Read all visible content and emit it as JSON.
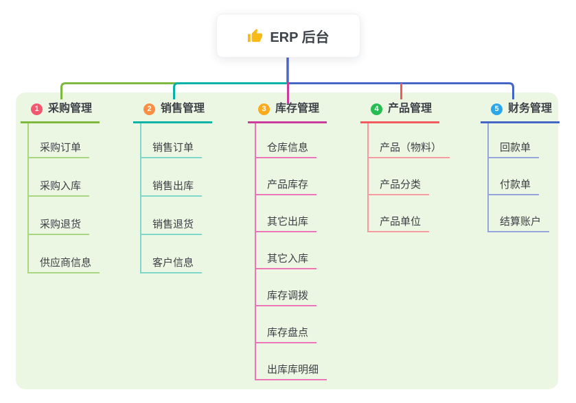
{
  "root": {
    "label": "ERP 后台",
    "icon": "thumbs-up",
    "connector_color": "#5165c4"
  },
  "panel": {
    "background": "#ebf7e3"
  },
  "branches": [
    {
      "number": "1",
      "title": "采购管理",
      "badge_color": "#f3586f",
      "line_color": "#7cb93e",
      "child_line_color": "#a9d780",
      "children": [
        "采购订单",
        "采购入库",
        "采购退货",
        "供应商信息"
      ]
    },
    {
      "number": "2",
      "title": "销售管理",
      "badge_color": "#fa8e42",
      "line_color": "#04b3a6",
      "child_line_color": "#7fd6cb",
      "children": [
        "销售订单",
        "销售出库",
        "销售退货",
        "客户信息"
      ]
    },
    {
      "number": "3",
      "title": "库存管理",
      "badge_color": "#fbab1c",
      "line_color": "#ca3b9c",
      "child_line_color": "#ee74b8",
      "children": [
        "仓库信息",
        "产品库存",
        "其它出库",
        "其它入库",
        "库存调拨",
        "库存盘点",
        "出库库明细"
      ]
    },
    {
      "number": "4",
      "title": "产品管理",
      "badge_color": "#27bd52",
      "line_color": "#f2595f",
      "child_line_color": "#f89ba0",
      "children": [
        "产品（物料）",
        "产品分类",
        "产品单位"
      ]
    },
    {
      "number": "5",
      "title": "财务管理",
      "badge_color": "#2ba6e8",
      "line_color": "#4565c6",
      "child_line_color": "#93a5db",
      "children": [
        "回款单",
        "付款单",
        "结算账户"
      ]
    }
  ]
}
